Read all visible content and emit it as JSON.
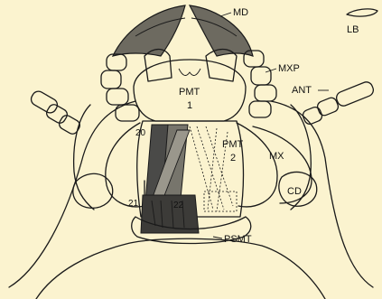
{
  "labels": {
    "md": "MD",
    "lb": "LB",
    "mxp": "MXP",
    "ant": "ANT",
    "pmt1_line1": "PMT",
    "pmt1_line2": "1",
    "pmt2_line1": "PMT",
    "pmt2_line2": "2",
    "mx": "MX",
    "cd": "CD",
    "psmt": "PSMT",
    "n20": "20",
    "n21": "21",
    "n22": "22"
  },
  "colors": {
    "background": "#fbf3cf",
    "ink": "#1a1a1a",
    "mandible_shade": "#6d6a60",
    "muscle_shade": "#4a4a48"
  }
}
